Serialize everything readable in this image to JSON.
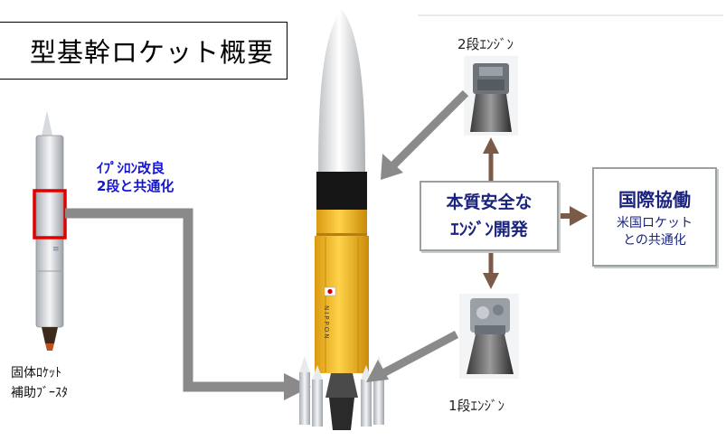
{
  "title": "型基幹ロケット概要",
  "epsilon_note": {
    "line1": "ｲﾌﾟｼﾛﾝ改良",
    "line2": "2段と共通化"
  },
  "booster_label": {
    "line1": "固体ﾛｹｯﾄ",
    "line2": "補助ﾌﾞｰｽﾀ"
  },
  "second_stage_engine_label": "2段ｴﾝｼﾞﾝ",
  "first_stage_engine_label": "1段ｴﾝｼﾞﾝ",
  "center_box": {
    "line1": "本質安全な",
    "line2": "ｴﾝｼﾞﾝ開発"
  },
  "intl_box": {
    "title": "国際協働",
    "line1": "米国ロケット",
    "line2": "との共通化"
  },
  "rocket_marking": "NIPPON",
  "colors": {
    "arrow_gray": "#8a8a8a",
    "label_blue": "#1414d8",
    "box_text_navy": "#1a237e",
    "highlight_red": "#e00000",
    "rocket_yellow": "#f2b51c"
  }
}
